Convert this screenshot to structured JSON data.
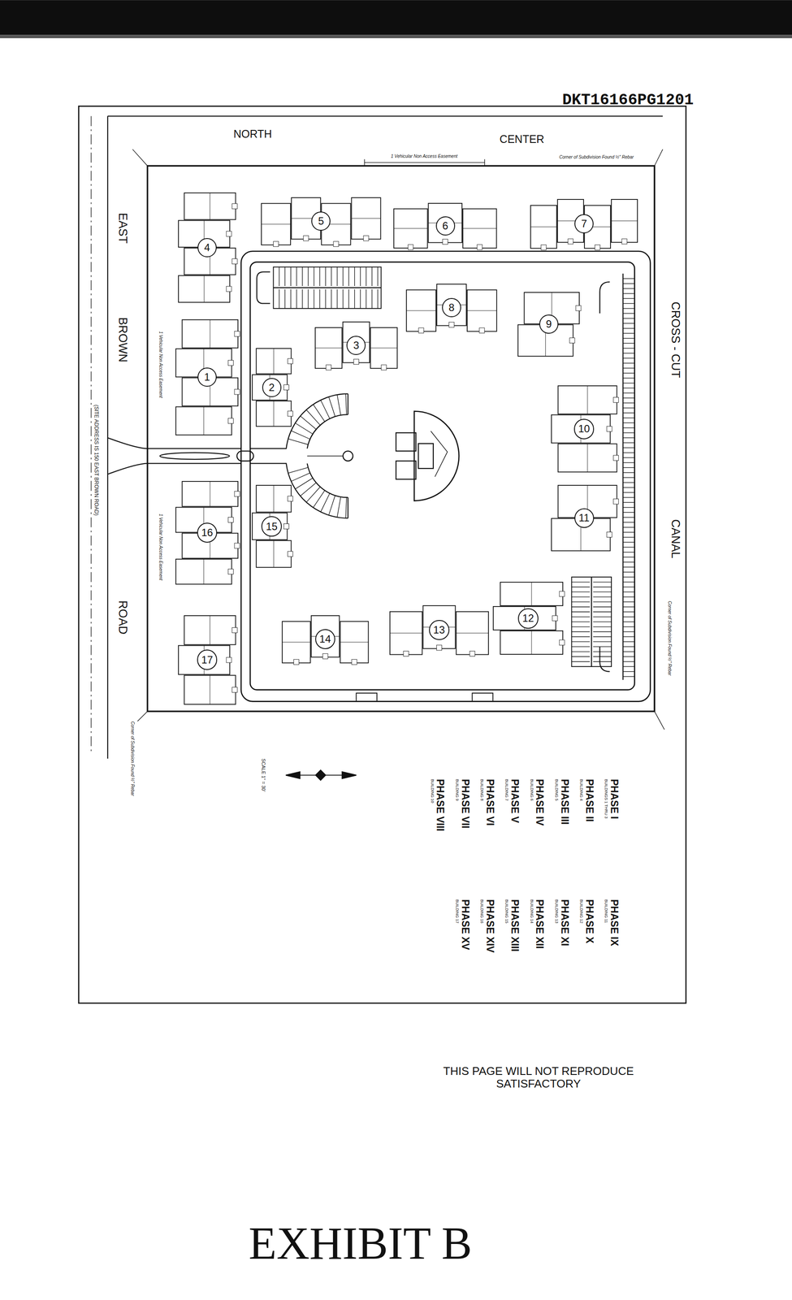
{
  "diagram": {
    "nodes": [
      {
        "text": [
          "1"
        ]
      },
      {
        "text": [
          "2"
        ]
      },
      {
        "text": [
          "3"
        ]
      },
      {
        "text": [
          "4"
        ]
      },
      {
        "text": [
          "5"
        ]
      },
      {
        "text": [
          "6"
        ]
      },
      {
        "text": [
          "7"
        ]
      },
      {
        "text": [
          "8"
        ]
      },
      {
        "text": [
          "9"
        ]
      },
      {
        "text": [
          "10"
        ]
      },
      {
        "text": [
          "11"
        ]
      },
      {
        "text": [
          "12"
        ]
      },
      {
        "text": [
          "13"
        ]
      },
      {
        "text": [
          "14"
        ]
      },
      {
        "text": [
          "15"
        ]
      },
      {
        "text": [
          "16"
        ]
      },
      {
        "text": [
          "17"
        ]
      }
    ],
    "labels": [
      "DKT16166PG1201",
      "NORTH",
      "CENTER",
      "CROSS - CUT",
      "CANAL",
      "EAST",
      "BROWN",
      "ROAD",
      "(SITE ADDRESS IS 150 EAST BROWN ROAD)",
      "1 Vehicular Non Access Easement",
      "1 Vehicular Non Access Easement",
      "1 Vehicular Non Access Easement",
      "Corner of Subdivision Found ½\" Rebar",
      "Corner of Subdivision Found ½\" Rebar",
      "Corner of Subdivision Found ½\" Rebar",
      "SCALE 1\" = 30'",
      "PHASE I",
      "BUILDINGS 1 THRU 3",
      "PHASE II",
      "BUILDING 4",
      "PHASE III",
      "BUILDING 5",
      "PHASE IV",
      "BUILDING 6",
      "PHASE V",
      "BUILDING 7",
      "PHASE VI",
      "BUILDING 8",
      "PHASE VII",
      "BUILDING 9",
      "PHASE VIII",
      "BUILDING 10",
      "PHASE IX",
      "BUILDING 11",
      "PHASE X",
      "BUILDING 12",
      "PHASE XI",
      "BUILDING 13",
      "PHASE XII",
      "BUILDING 14",
      "PHASE XIII",
      "BUILDING 15",
      "PHASE XIV",
      "BUILDING 16",
      "PHASE XV",
      "BUILDING 17",
      "THIS PAGE WILL NOT REPRODUCE SATISFACTORY",
      "EXHIBIT B"
    ]
  }
}
